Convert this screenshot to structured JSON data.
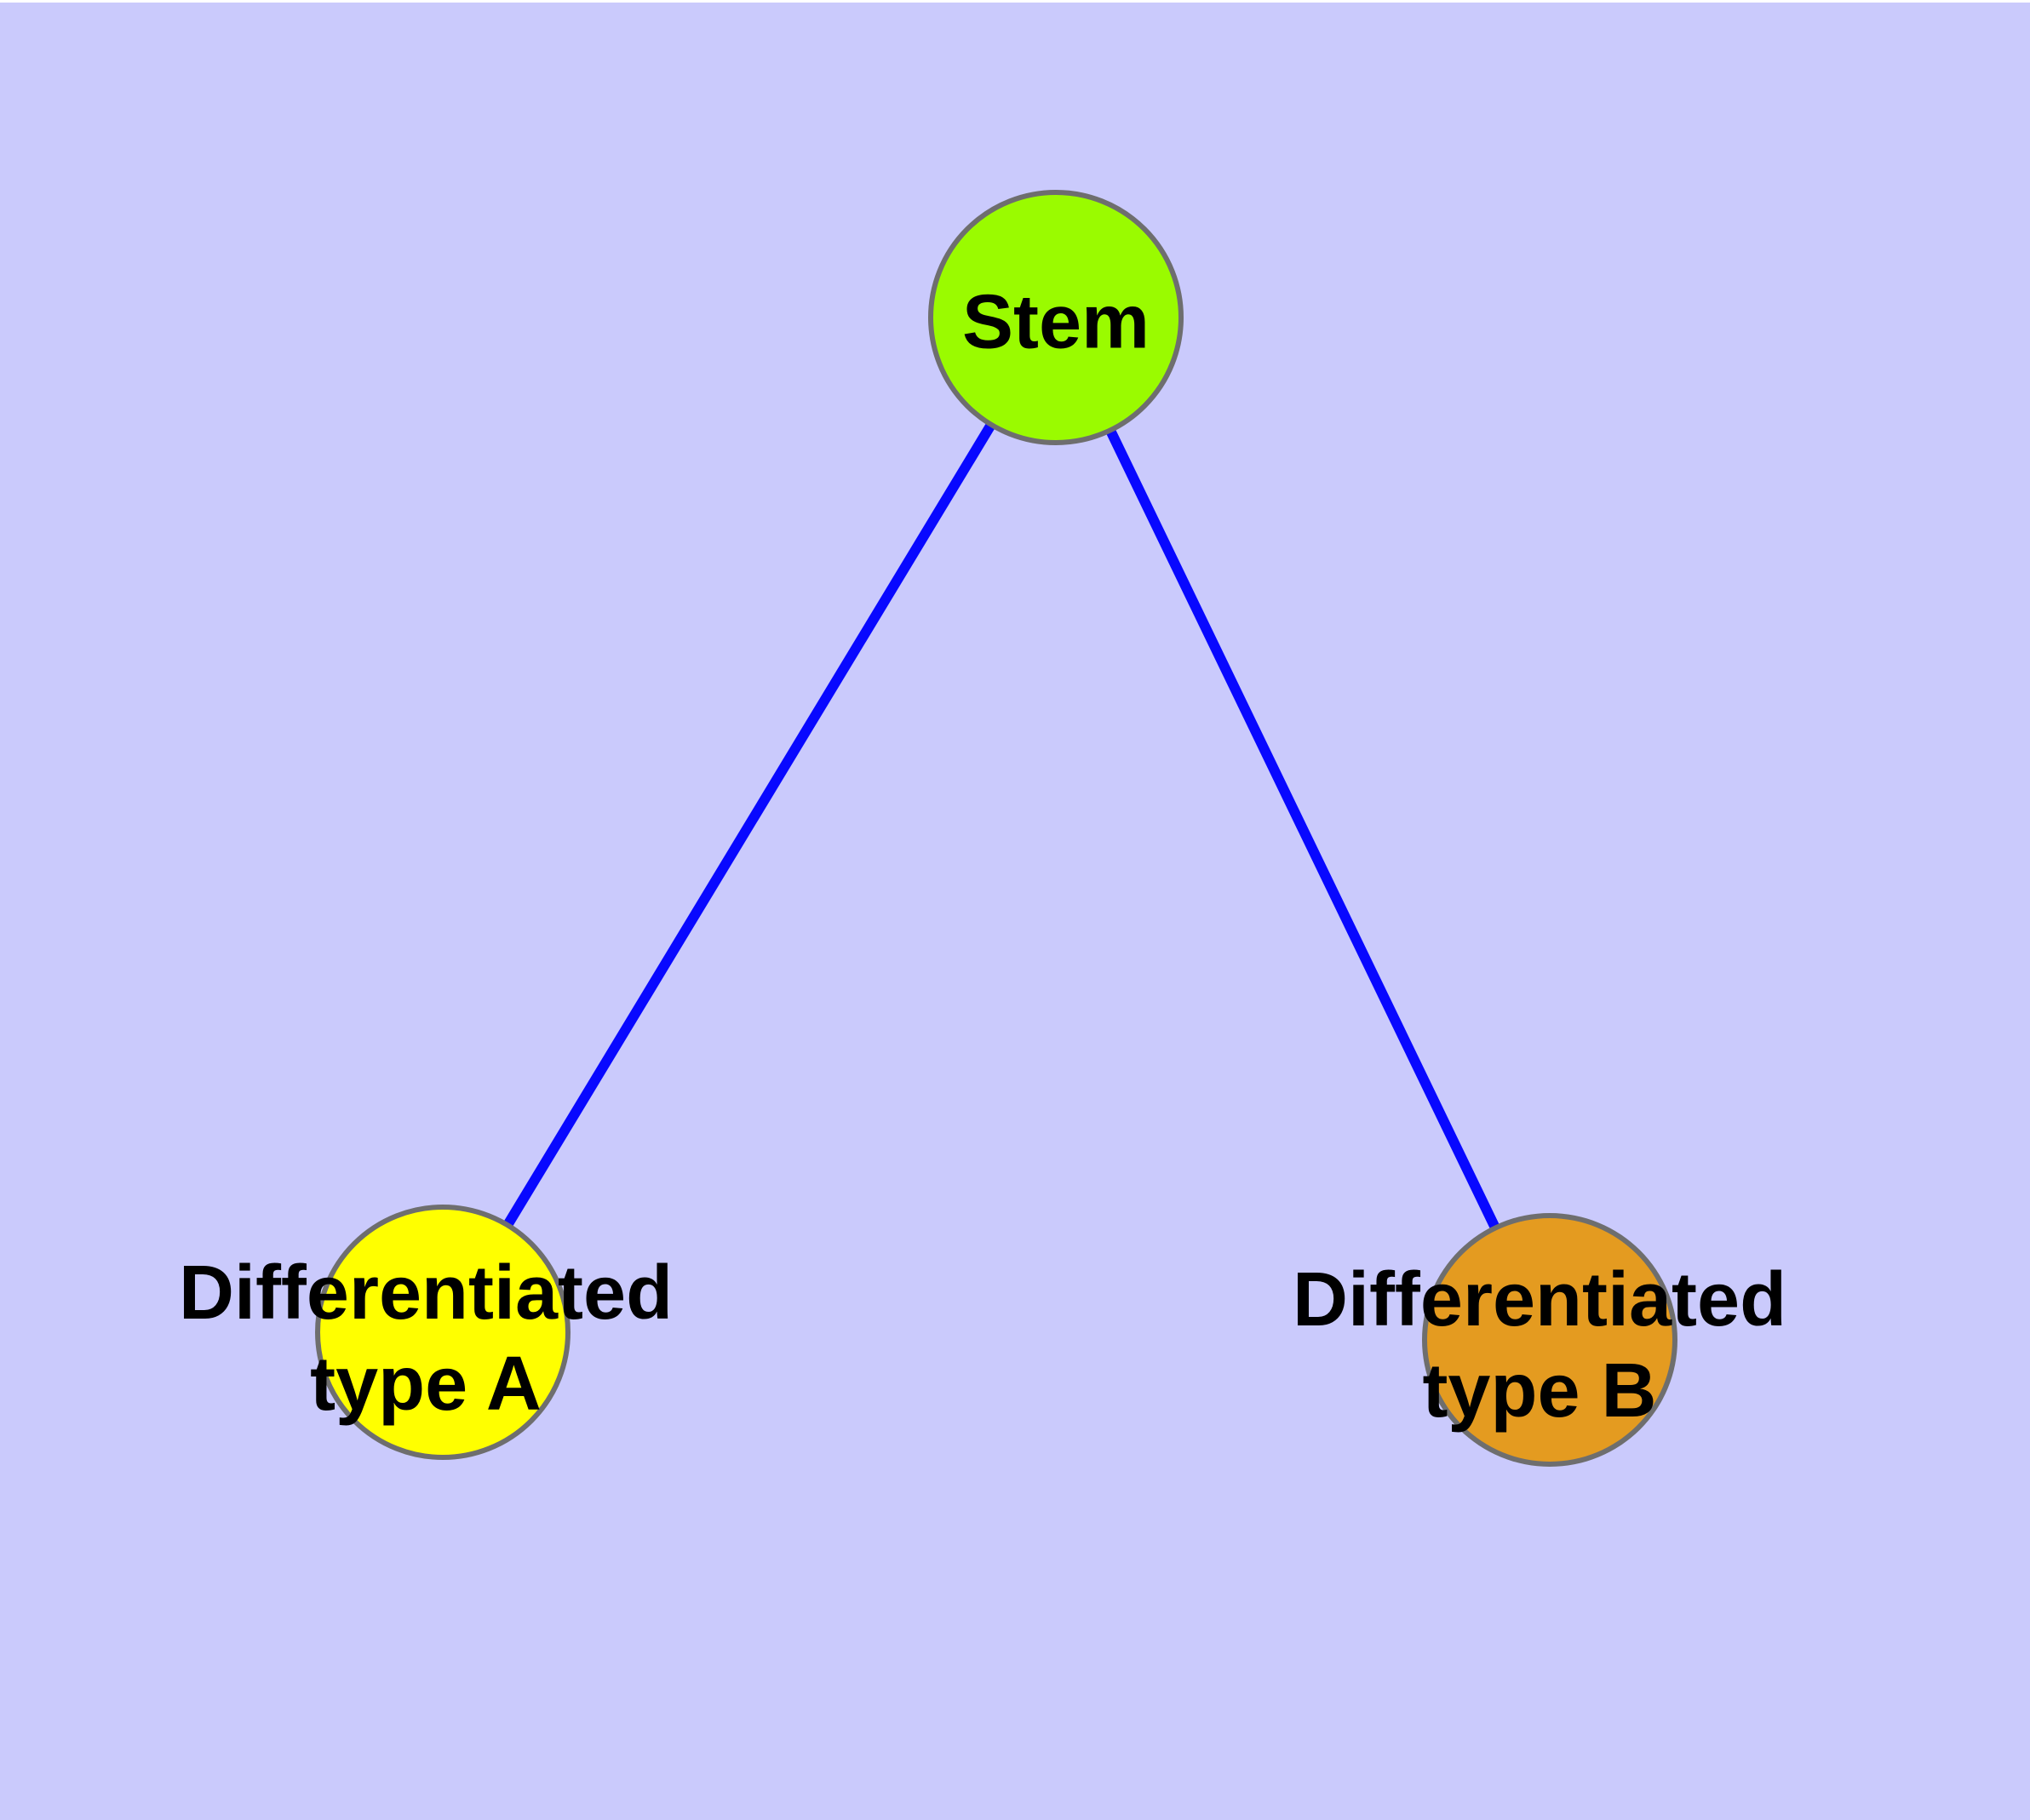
{
  "diagram": {
    "title": "",
    "background_color": "#CACAFC",
    "top_edge_color": "#FFFFFF",
    "edge_color": "#0808FF",
    "node_border_color": "#6E6E6E",
    "nodes": [
      {
        "id": "stem",
        "label": "Stem",
        "color": "#9AFB00",
        "shape": "circle"
      },
      {
        "id": "differentiated-type-a",
        "label": "Differentiated\ntype A",
        "color": "#FFFF00",
        "shape": "circle"
      },
      {
        "id": "differentiated-type-b",
        "label": "Differentiated\ntype B",
        "color": "#E49B20",
        "shape": "circle"
      }
    ],
    "edges": [
      {
        "from": "stem",
        "to": "differentiated-type-a"
      },
      {
        "from": "stem",
        "to": "differentiated-type-b"
      }
    ]
  }
}
